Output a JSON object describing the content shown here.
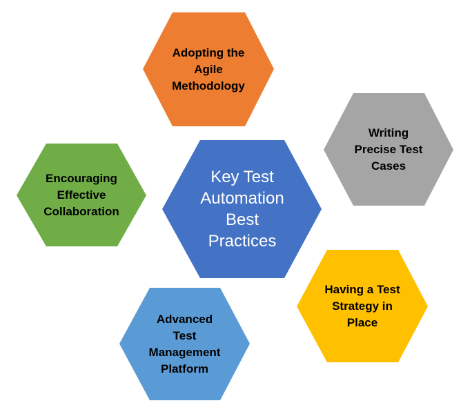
{
  "center": {
    "lines": [
      "Key Test",
      "Automation",
      "Best",
      "Practices"
    ],
    "color": "#4472C4"
  },
  "practices": [
    {
      "lines": [
        "Adopting the",
        "Agile",
        "Methodology"
      ],
      "color": "#ED7D31"
    },
    {
      "lines": [
        "Writing",
        "Precise Test",
        "Cases"
      ],
      "color": "#A5A5A5"
    },
    {
      "lines": [
        "Encouraging",
        "Effective",
        "Collaboration"
      ],
      "color": "#70AD47"
    },
    {
      "lines": [
        "Having a Test",
        "Strategy in",
        "Place"
      ],
      "color": "#FFC000"
    },
    {
      "lines": [
        "Advanced",
        "Test",
        "Management",
        "Platform"
      ],
      "color": "#5B9BD5"
    }
  ]
}
